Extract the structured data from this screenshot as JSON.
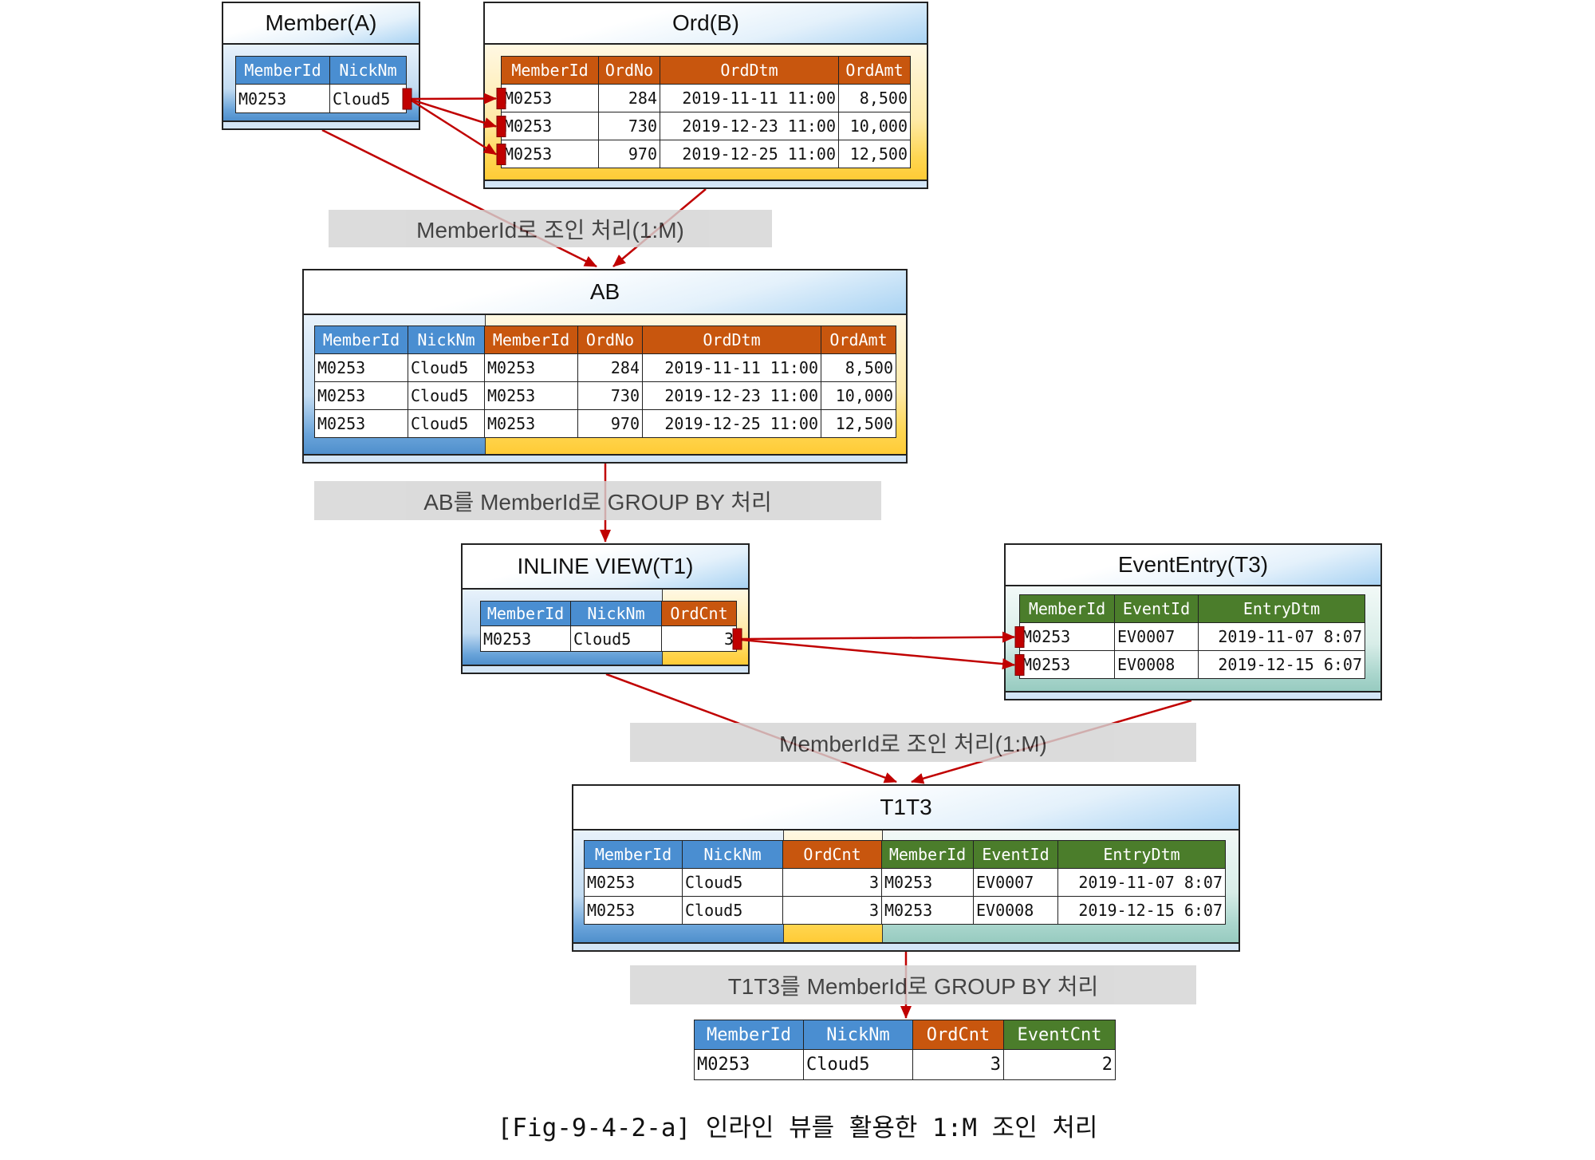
{
  "colors": {
    "member_header": "#4a8ed1",
    "order_header": "#c8560e",
    "event_header": "#4b7d2b",
    "arrow": "#c00000",
    "step_label_bg": "#d4d4d4"
  },
  "member_a": {
    "title": "Member(A)",
    "columns": [
      "MemberId",
      "NickNm"
    ],
    "rows": [
      [
        "M0253",
        "Cloud5"
      ]
    ]
  },
  "ord_b": {
    "title": "Ord(B)",
    "columns": [
      "MemberId",
      "OrdNo",
      "OrdDtm",
      "OrdAmt"
    ],
    "rows": [
      [
        "M0253",
        "284",
        "2019-11-11 11:00",
        "8,500"
      ],
      [
        "M0253",
        "730",
        "2019-12-23 11:00",
        "10,000"
      ],
      [
        "M0253",
        "970",
        "2019-12-25 11:00",
        "12,500"
      ]
    ]
  },
  "ab": {
    "title": "AB",
    "columns": [
      "MemberId",
      "NickNm",
      "MemberId",
      "OrdNo",
      "OrdDtm",
      "OrdAmt"
    ],
    "rows": [
      [
        "M0253",
        "Cloud5",
        "M0253",
        "284",
        "2019-11-11 11:00",
        "8,500"
      ],
      [
        "M0253",
        "Cloud5",
        "M0253",
        "730",
        "2019-12-23 11:00",
        "10,000"
      ],
      [
        "M0253",
        "Cloud5",
        "M0253",
        "970",
        "2019-12-25 11:00",
        "12,500"
      ]
    ]
  },
  "inline_view_t1": {
    "title": "INLINE VIEW(T1)",
    "columns": [
      "MemberId",
      "NickNm",
      "OrdCnt"
    ],
    "rows": [
      [
        "M0253",
        "Cloud5",
        "3"
      ]
    ]
  },
  "event_entry_t3": {
    "title": "EventEntry(T3)",
    "columns": [
      "MemberId",
      "EventId",
      "EntryDtm"
    ],
    "rows": [
      [
        "M0253",
        "EV0007",
        "2019-11-07 8:07"
      ],
      [
        "M0253",
        "EV0008",
        "2019-12-15 6:07"
      ]
    ]
  },
  "t1t3": {
    "title": "T1T3",
    "columns": [
      "MemberId",
      "NickNm",
      "OrdCnt",
      "MemberId",
      "EventId",
      "EntryDtm"
    ],
    "rows": [
      [
        "M0253",
        "Cloud5",
        "3",
        "M0253",
        "EV0007",
        "2019-11-07 8:07"
      ],
      [
        "M0253",
        "Cloud5",
        "3",
        "M0253",
        "EV0008",
        "2019-12-15 6:07"
      ]
    ]
  },
  "result": {
    "columns": [
      "MemberId",
      "NickNm",
      "OrdCnt",
      "EventCnt"
    ],
    "rows": [
      [
        "M0253",
        "Cloud5",
        "3",
        "2"
      ]
    ]
  },
  "steps": [
    "MemberId로 조인 처리(1:M)",
    "AB를 MemberId로 GROUP BY 처리",
    "MemberId로 조인 처리(1:M)",
    "T1T3를 MemberId로 GROUP BY 처리"
  ],
  "caption": "[Fig-9-4-2-a] 인라인 뷰를 활용한 1:M 조인 처리"
}
